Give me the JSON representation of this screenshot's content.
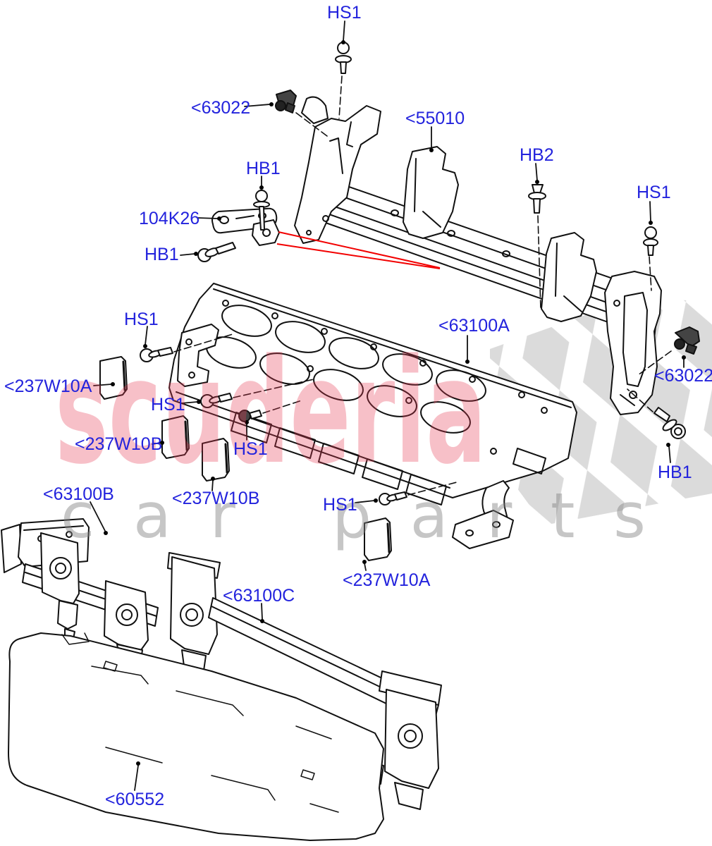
{
  "title": "Rear seat back mounting exploded parts diagram",
  "watermark": {
    "brand": "scuderia",
    "tagline": "car parts",
    "brand_color": "#e63a55",
    "tagline_color": "#808080",
    "check_color": "#cfcfcf"
  },
  "colors": {
    "label_blue": "#2323dd",
    "line_black": "#111111",
    "callout_red": "#f20000",
    "background": "#ffffff"
  },
  "labels": [
    {
      "id": "hs1_a",
      "text": "HS1"
    },
    {
      "id": "c63022_a",
      "text": "<63022"
    },
    {
      "id": "c55010",
      "text": "<55010"
    },
    {
      "id": "hb2",
      "text": "HB2"
    },
    {
      "id": "hs1_b",
      "text": "HS1"
    },
    {
      "id": "hb1_a",
      "text": "HB1"
    },
    {
      "id": "p104k26",
      "text": "104K26"
    },
    {
      "id": "hb1_b",
      "text": "HB1"
    },
    {
      "id": "hs1_c",
      "text": "HS1"
    },
    {
      "id": "c63100a",
      "text": "<63100A"
    },
    {
      "id": "c237w10a_a",
      "text": "<237W10A"
    },
    {
      "id": "c63022_b",
      "text": "<63022"
    },
    {
      "id": "hs1_d",
      "text": "HS1"
    },
    {
      "id": "c237w10b_a",
      "text": "<237W10B"
    },
    {
      "id": "hs1_e",
      "text": "HS1"
    },
    {
      "id": "hb1_c",
      "text": "HB1"
    },
    {
      "id": "c63100b",
      "text": "<63100B"
    },
    {
      "id": "c237w10b_b",
      "text": "<237W10B"
    },
    {
      "id": "hs1_f",
      "text": "HS1"
    },
    {
      "id": "c237w10a_b",
      "text": "<237W10A"
    },
    {
      "id": "c63100c",
      "text": "<63100C"
    },
    {
      "id": "c60552",
      "text": "<60552"
    }
  ]
}
